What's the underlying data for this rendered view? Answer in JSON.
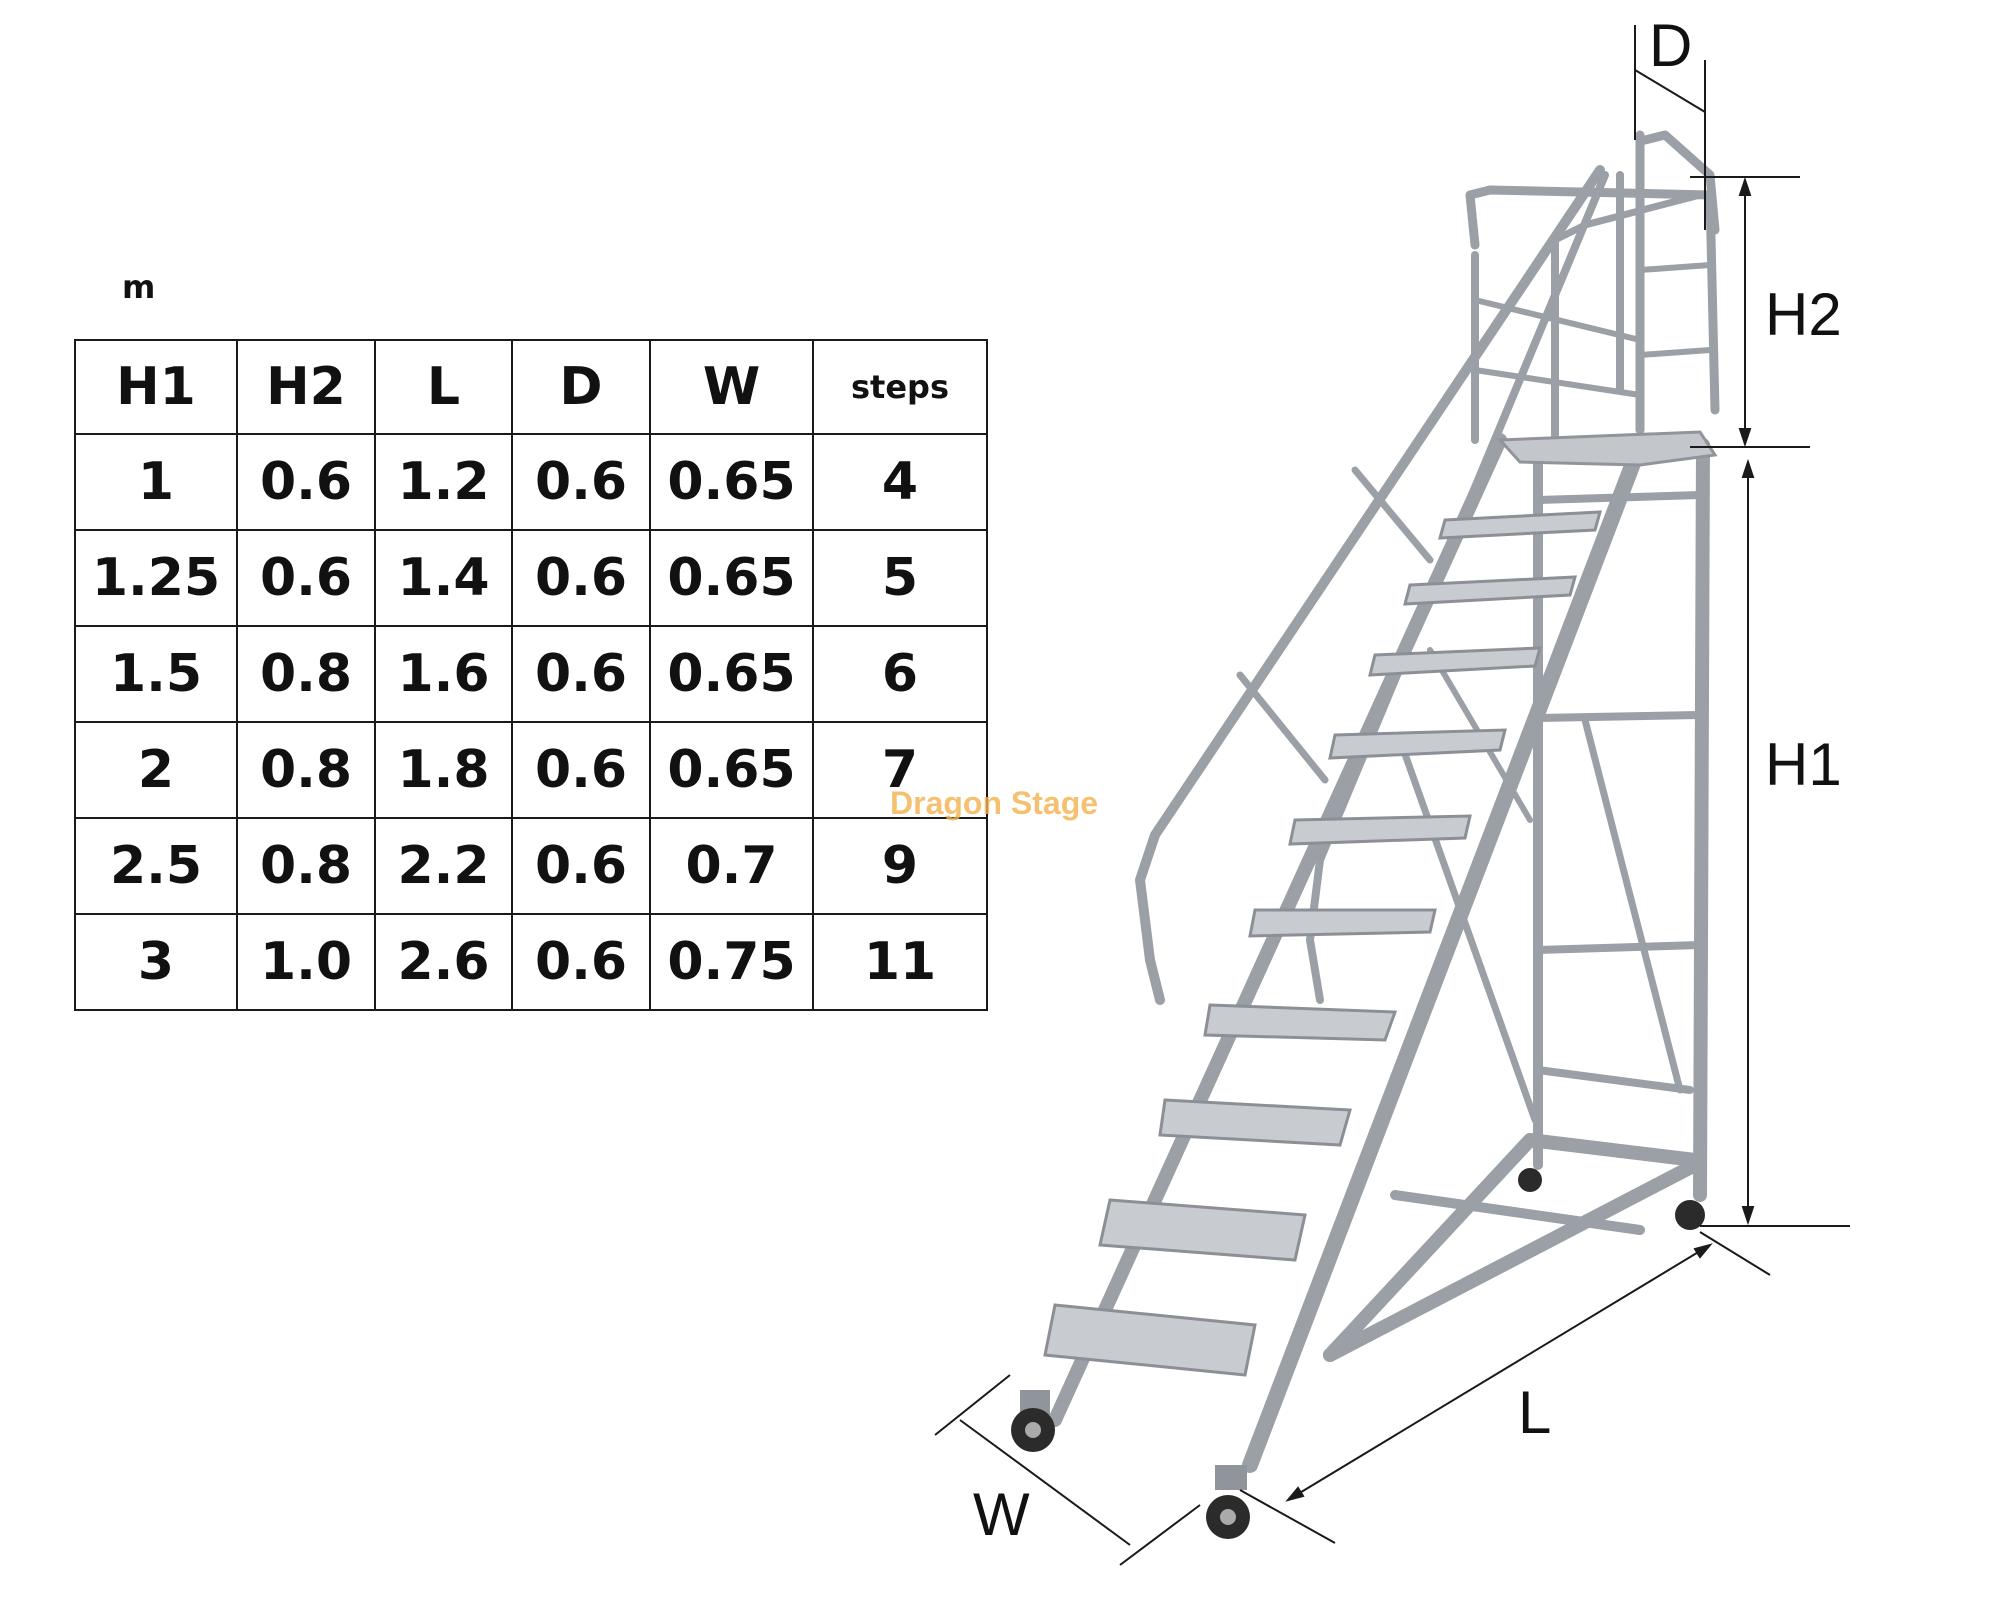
{
  "unit_label": "m",
  "table": {
    "headers": [
      "H1",
      "H2",
      "L",
      "D",
      "W",
      "steps"
    ],
    "rows": [
      [
        "1",
        "0.6",
        "1.2",
        "0.6",
        "0.65",
        "4"
      ],
      [
        "1.25",
        "0.6",
        "1.4",
        "0.6",
        "0.65",
        "5"
      ],
      [
        "1.5",
        "0.8",
        "1.6",
        "0.6",
        "0.65",
        "6"
      ],
      [
        "2",
        "0.8",
        "1.8",
        "0.6",
        "0.65",
        "7"
      ],
      [
        "2.5",
        "0.8",
        "2.2",
        "0.6",
        "0.7",
        "9"
      ],
      [
        "3",
        "1.0",
        "2.6",
        "0.6",
        "0.75",
        "11"
      ]
    ]
  },
  "watermark": "Dragon Stage",
  "dimensions": {
    "d": "D",
    "h2": "H2",
    "h1": "H1",
    "l": "L",
    "w": "W"
  },
  "colors": {
    "watermark": "#f3b24d",
    "metal": "#9aa0a6",
    "line": "#1a1a1a"
  }
}
